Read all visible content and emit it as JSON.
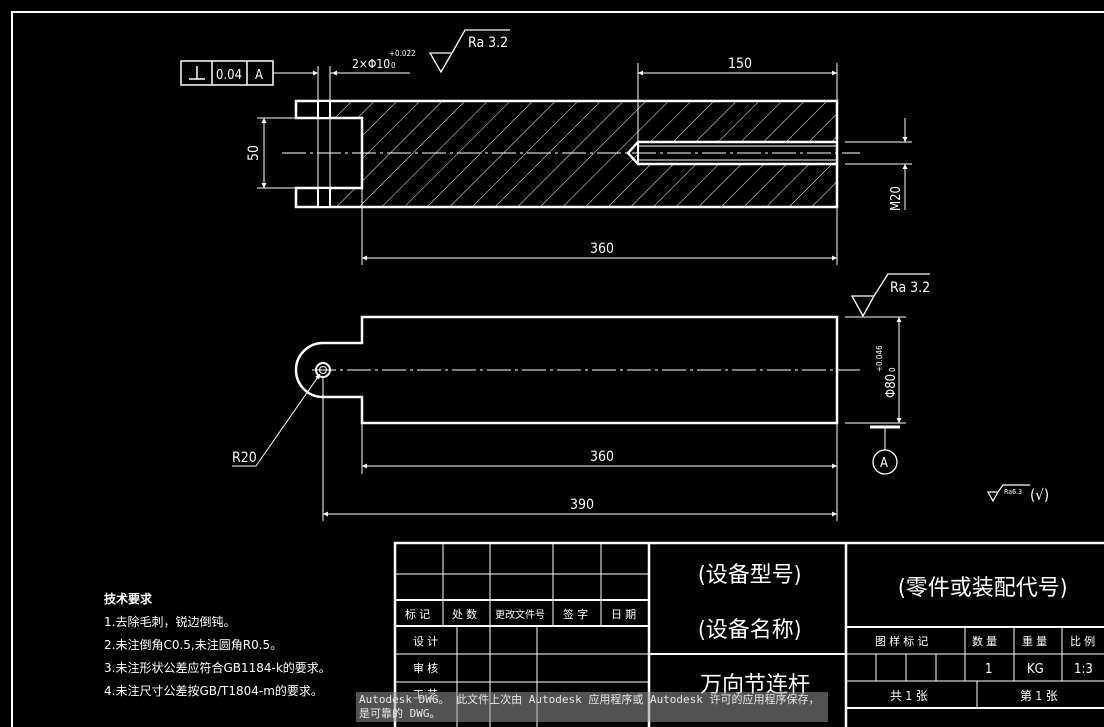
{
  "gdt": {
    "symbol": "⊥",
    "tolerance": "0.04",
    "datum": "A"
  },
  "dims": {
    "holes": "2×Φ10",
    "holes_tol_upper": "+0.022",
    "holes_tol_lower": "0",
    "d150": "150",
    "d50": "50",
    "m20": "M20",
    "d360_top": "360",
    "d360_bottom": "360",
    "d390": "390",
    "r20": "R20",
    "phi80": "Φ80",
    "phi80_tol_upper": "+0.046",
    "phi80_tol_lower": "0"
  },
  "roughness": {
    "top": "Ra 3.2",
    "right": "Ra 3.2",
    "general": "Ra6.3",
    "general_suffix": "(√)"
  },
  "datum_label": "A",
  "notes": {
    "title": "技术要求",
    "items": [
      "1.去除毛刺，锐边倒钝。",
      "2.未注倒角C0.5,未注圆角R0.5。",
      "3.未注形状公差应符合GB1184-k的要求。",
      "4.未注尺寸公差按GB/T1804-m的要求。"
    ]
  },
  "title_block": {
    "headers": [
      "标 记",
      "处 数",
      "更改文件号",
      "签 字",
      "日 期"
    ],
    "rows": [
      "设 计",
      "审 核",
      "工 艺"
    ],
    "equipment_model": "(设备型号)",
    "equipment_name": "(设备名称)",
    "part_name": "万向节连杆",
    "part_code": "(零件或装配代号)",
    "attr_headers": [
      "图 样 标 记",
      "数 量",
      "重 量",
      "比 例"
    ],
    "quantity": "1",
    "weight": "KG",
    "scale": "1:3",
    "total_sheets": "共 1 张",
    "sheet_no": "第 1 张"
  },
  "banner_text": "Autodesk DWG。 此文件上次由 Autodesk 应用程序或 Autodesk 许可的应用程序保存，是可靠的 DWG。"
}
